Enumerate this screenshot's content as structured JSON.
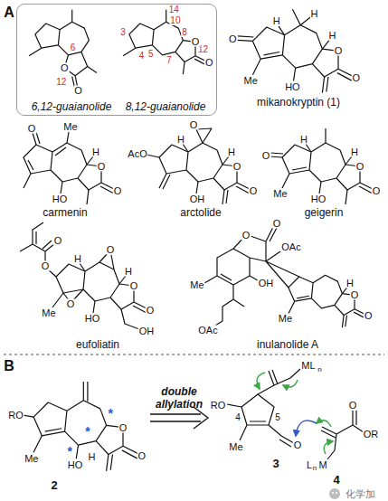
{
  "diagram": {
    "nodes": [
      {
        "text": [
          "6,12-guaianolide",
          "8,12-guaianolide"
        ]
      }
    ],
    "labels": [
      "A",
      "O",
      "O",
      "6",
      "12",
      "14",
      "10",
      "3",
      "4",
      "5",
      "7",
      "8",
      "12",
      "O",
      "O",
      "O",
      "H",
      "H",
      "H",
      "Me",
      "HO",
      "O",
      "O",
      "mikanokryptin (1)",
      "O",
      "Me",
      "H",
      "HO",
      "O",
      "O",
      "carmenin",
      "AcO",
      "O",
      "H",
      "OH",
      "H",
      "O",
      "O",
      "arctolide",
      "O",
      "H",
      "Me",
      "H",
      "HO",
      "O",
      "O",
      "geigerin",
      "O",
      "O",
      "O",
      "H",
      "H",
      "O",
      "Me",
      "HO",
      "O",
      "O",
      "OH",
      "eufoliatin",
      "O",
      "O",
      "OAc",
      "Me",
      "OH",
      "OAc",
      "Me",
      "H",
      "O",
      "O",
      "inulanolide A",
      "B",
      "RO",
      "Me",
      "HO",
      "H",
      "O",
      "O",
      "*",
      "*",
      "*",
      "2",
      "double allylation",
      "ML",
      "n",
      "RO",
      "Me",
      "4",
      "5",
      "O",
      "3",
      "O",
      "OR",
      "L",
      "n",
      "M",
      "4",
      "化学加"
    ]
  }
}
